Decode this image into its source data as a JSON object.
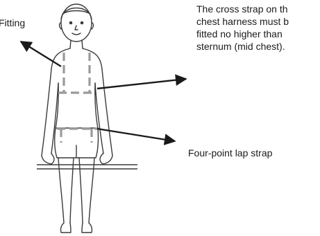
{
  "labels": {
    "fitting": "Fitting",
    "chest_strap_lines": [
      "The cross strap on th",
      "chest harness must b",
      "fitted no higher than",
      "sternum (mid chest)."
    ],
    "lap_strap": "Four-point lap strap"
  },
  "colors": {
    "line": "#3a3a3a",
    "strap": "#9a9a9a",
    "arrow": "#1a1a1a"
  }
}
